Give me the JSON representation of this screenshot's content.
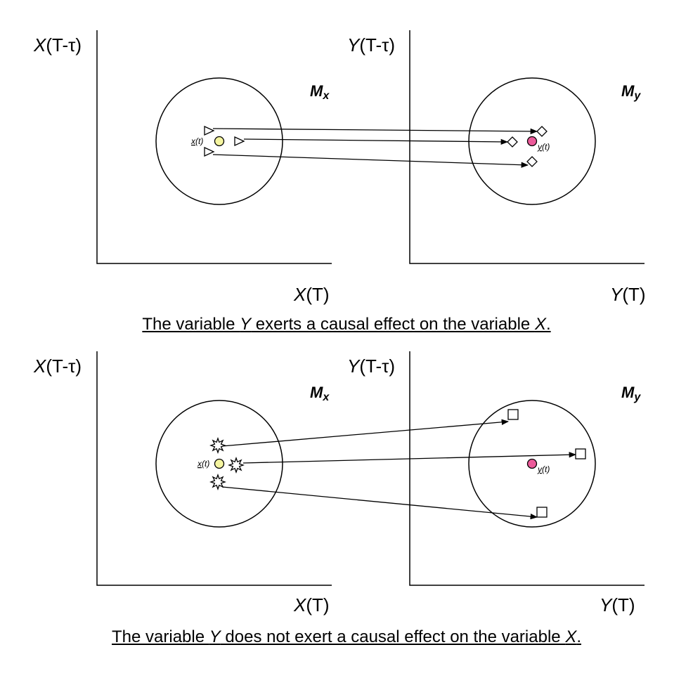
{
  "panels": [
    {
      "caption": {
        "pre": "The variable ",
        "var_y": "Y",
        "mid": " exerts a causal effect on the variable ",
        "var_x": "X",
        "post": "."
      },
      "left": {
        "ylabel": "(T-τ)",
        "ylabel_var": "X",
        "xlabel": "(T)",
        "xlabel_var": "X",
        "manifold": "M",
        "manifold_sub": "x",
        "point_label": "x(t)",
        "point_color": "#f5f5a0",
        "neighbor_shape": "triangle"
      },
      "right": {
        "ylabel": "(T-τ)",
        "ylabel_var": "Y",
        "xlabel": "(T)",
        "xlabel_var": "Y",
        "manifold": "M",
        "manifold_sub": "y",
        "point_label": "y(t)",
        "point_color": "#ec5a9a",
        "neighbor_shape": "diamond"
      }
    },
    {
      "caption": {
        "pre": "The variable ",
        "var_y": "Y",
        "mid": " does not exert a causal effect on the variable ",
        "var_x": "X",
        "post": "."
      },
      "left": {
        "ylabel": "(T-τ)",
        "ylabel_var": "X",
        "xlabel": "(T)",
        "xlabel_var": "X",
        "manifold": "M",
        "manifold_sub": "x",
        "point_label": "x(t)",
        "point_color": "#f5f5a0",
        "neighbor_shape": "star"
      },
      "right": {
        "ylabel": "(T-τ)",
        "ylabel_var": "Y",
        "xlabel": "(T)",
        "xlabel_var": "Y",
        "manifold": "M",
        "manifold_sub": "y",
        "point_label": "y(t)",
        "point_color": "#ec5a9a",
        "neighbor_shape": "square"
      }
    }
  ]
}
